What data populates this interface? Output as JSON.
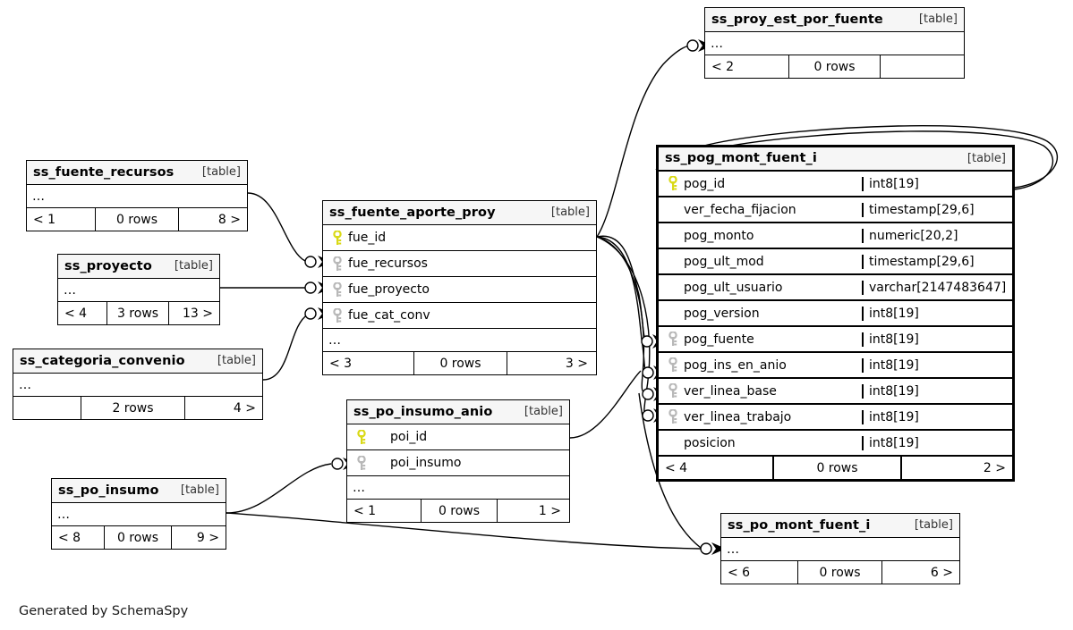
{
  "diagram": {
    "credit": "Generated by SchemaSpy",
    "table_tag": "[table]",
    "ellipsis": "…",
    "icons": {
      "pk": "primary-key-icon",
      "fk": "foreign-key-icon"
    }
  },
  "tables": [
    {
      "id": "ss_proy_est_por_fuente",
      "name": "ss_proy_est_por_fuente",
      "tag": "[table]",
      "columns": [],
      "has_ellipsis": true,
      "footer": {
        "left": "< 2",
        "center": "0 rows",
        "right": ""
      }
    },
    {
      "id": "ss_fuente_recursos",
      "name": "ss_fuente_recursos",
      "tag": "[table]",
      "columns": [],
      "has_ellipsis": true,
      "footer": {
        "left": "< 1",
        "center": "0 rows",
        "right": "8 >"
      }
    },
    {
      "id": "ss_proyecto",
      "name": "ss_proyecto",
      "tag": "[table]",
      "columns": [],
      "has_ellipsis": true,
      "footer": {
        "left": "< 4",
        "center": "3 rows",
        "right": "13 >"
      }
    },
    {
      "id": "ss_categoria_convenio",
      "name": "ss_categoria_convenio",
      "tag": "[table]",
      "columns": [],
      "has_ellipsis": true,
      "footer": {
        "left": "",
        "center": "2 rows",
        "right": "4 >"
      }
    },
    {
      "id": "ss_fuente_aporte_proy",
      "name": "ss_fuente_aporte_proy",
      "tag": "[table]",
      "columns": [
        {
          "name": "fue_id",
          "type": "",
          "key": "pk"
        },
        {
          "name": "fue_recursos",
          "type": "",
          "key": "fk"
        },
        {
          "name": "fue_proyecto",
          "type": "",
          "key": "fk"
        },
        {
          "name": "fue_cat_conv",
          "type": "",
          "key": "fk"
        }
      ],
      "has_ellipsis": true,
      "footer": {
        "left": "< 3",
        "center": "0 rows",
        "right": "3 >"
      }
    },
    {
      "id": "ss_po_insumo_anio",
      "name": "ss_po_insumo_anio",
      "tag": "[table]",
      "columns": [
        {
          "name": "poi_id",
          "type": "",
          "key": "pk"
        },
        {
          "name": "poi_insumo",
          "type": "",
          "key": "fk"
        }
      ],
      "has_ellipsis": true,
      "footer": {
        "left": "< 1",
        "center": "0 rows",
        "right": "1 >"
      }
    },
    {
      "id": "ss_po_insumo",
      "name": "ss_po_insumo",
      "tag": "[table]",
      "columns": [],
      "has_ellipsis": true,
      "footer": {
        "left": "< 8",
        "center": "0 rows",
        "right": "9 >"
      }
    },
    {
      "id": "ss_pog_mont_fuent_i",
      "name": "ss_pog_mont_fuent_i",
      "tag": "[table]",
      "highlighted": true,
      "columns": [
        {
          "name": "pog_id",
          "type": "int8[19]",
          "key": "pk"
        },
        {
          "name": "ver_fecha_fijacion",
          "type": "timestamp[29,6]",
          "key": ""
        },
        {
          "name": "pog_monto",
          "type": "numeric[20,2]",
          "key": ""
        },
        {
          "name": "pog_ult_mod",
          "type": "timestamp[29,6]",
          "key": ""
        },
        {
          "name": "pog_ult_usuario",
          "type": "varchar[2147483647]",
          "key": ""
        },
        {
          "name": "pog_version",
          "type": "int8[19]",
          "key": ""
        },
        {
          "name": "pog_fuente",
          "type": "int8[19]",
          "key": "fk"
        },
        {
          "name": "pog_ins_en_anio",
          "type": "int8[19]",
          "key": "fk"
        },
        {
          "name": "ver_linea_base",
          "type": "int8[19]",
          "key": "fk"
        },
        {
          "name": "ver_linea_trabajo",
          "type": "int8[19]",
          "key": "fk"
        },
        {
          "name": "posicion",
          "type": "int8[19]",
          "key": ""
        }
      ],
      "has_ellipsis": false,
      "footer": {
        "left": "< 4",
        "center": "0 rows",
        "right": "2 >"
      }
    },
    {
      "id": "ss_po_mont_fuent_i",
      "name": "ss_po_mont_fuent_i",
      "tag": "[table]",
      "columns": [],
      "has_ellipsis": true,
      "footer": {
        "left": "< 6",
        "center": "0 rows",
        "right": "6 >"
      }
    }
  ]
}
